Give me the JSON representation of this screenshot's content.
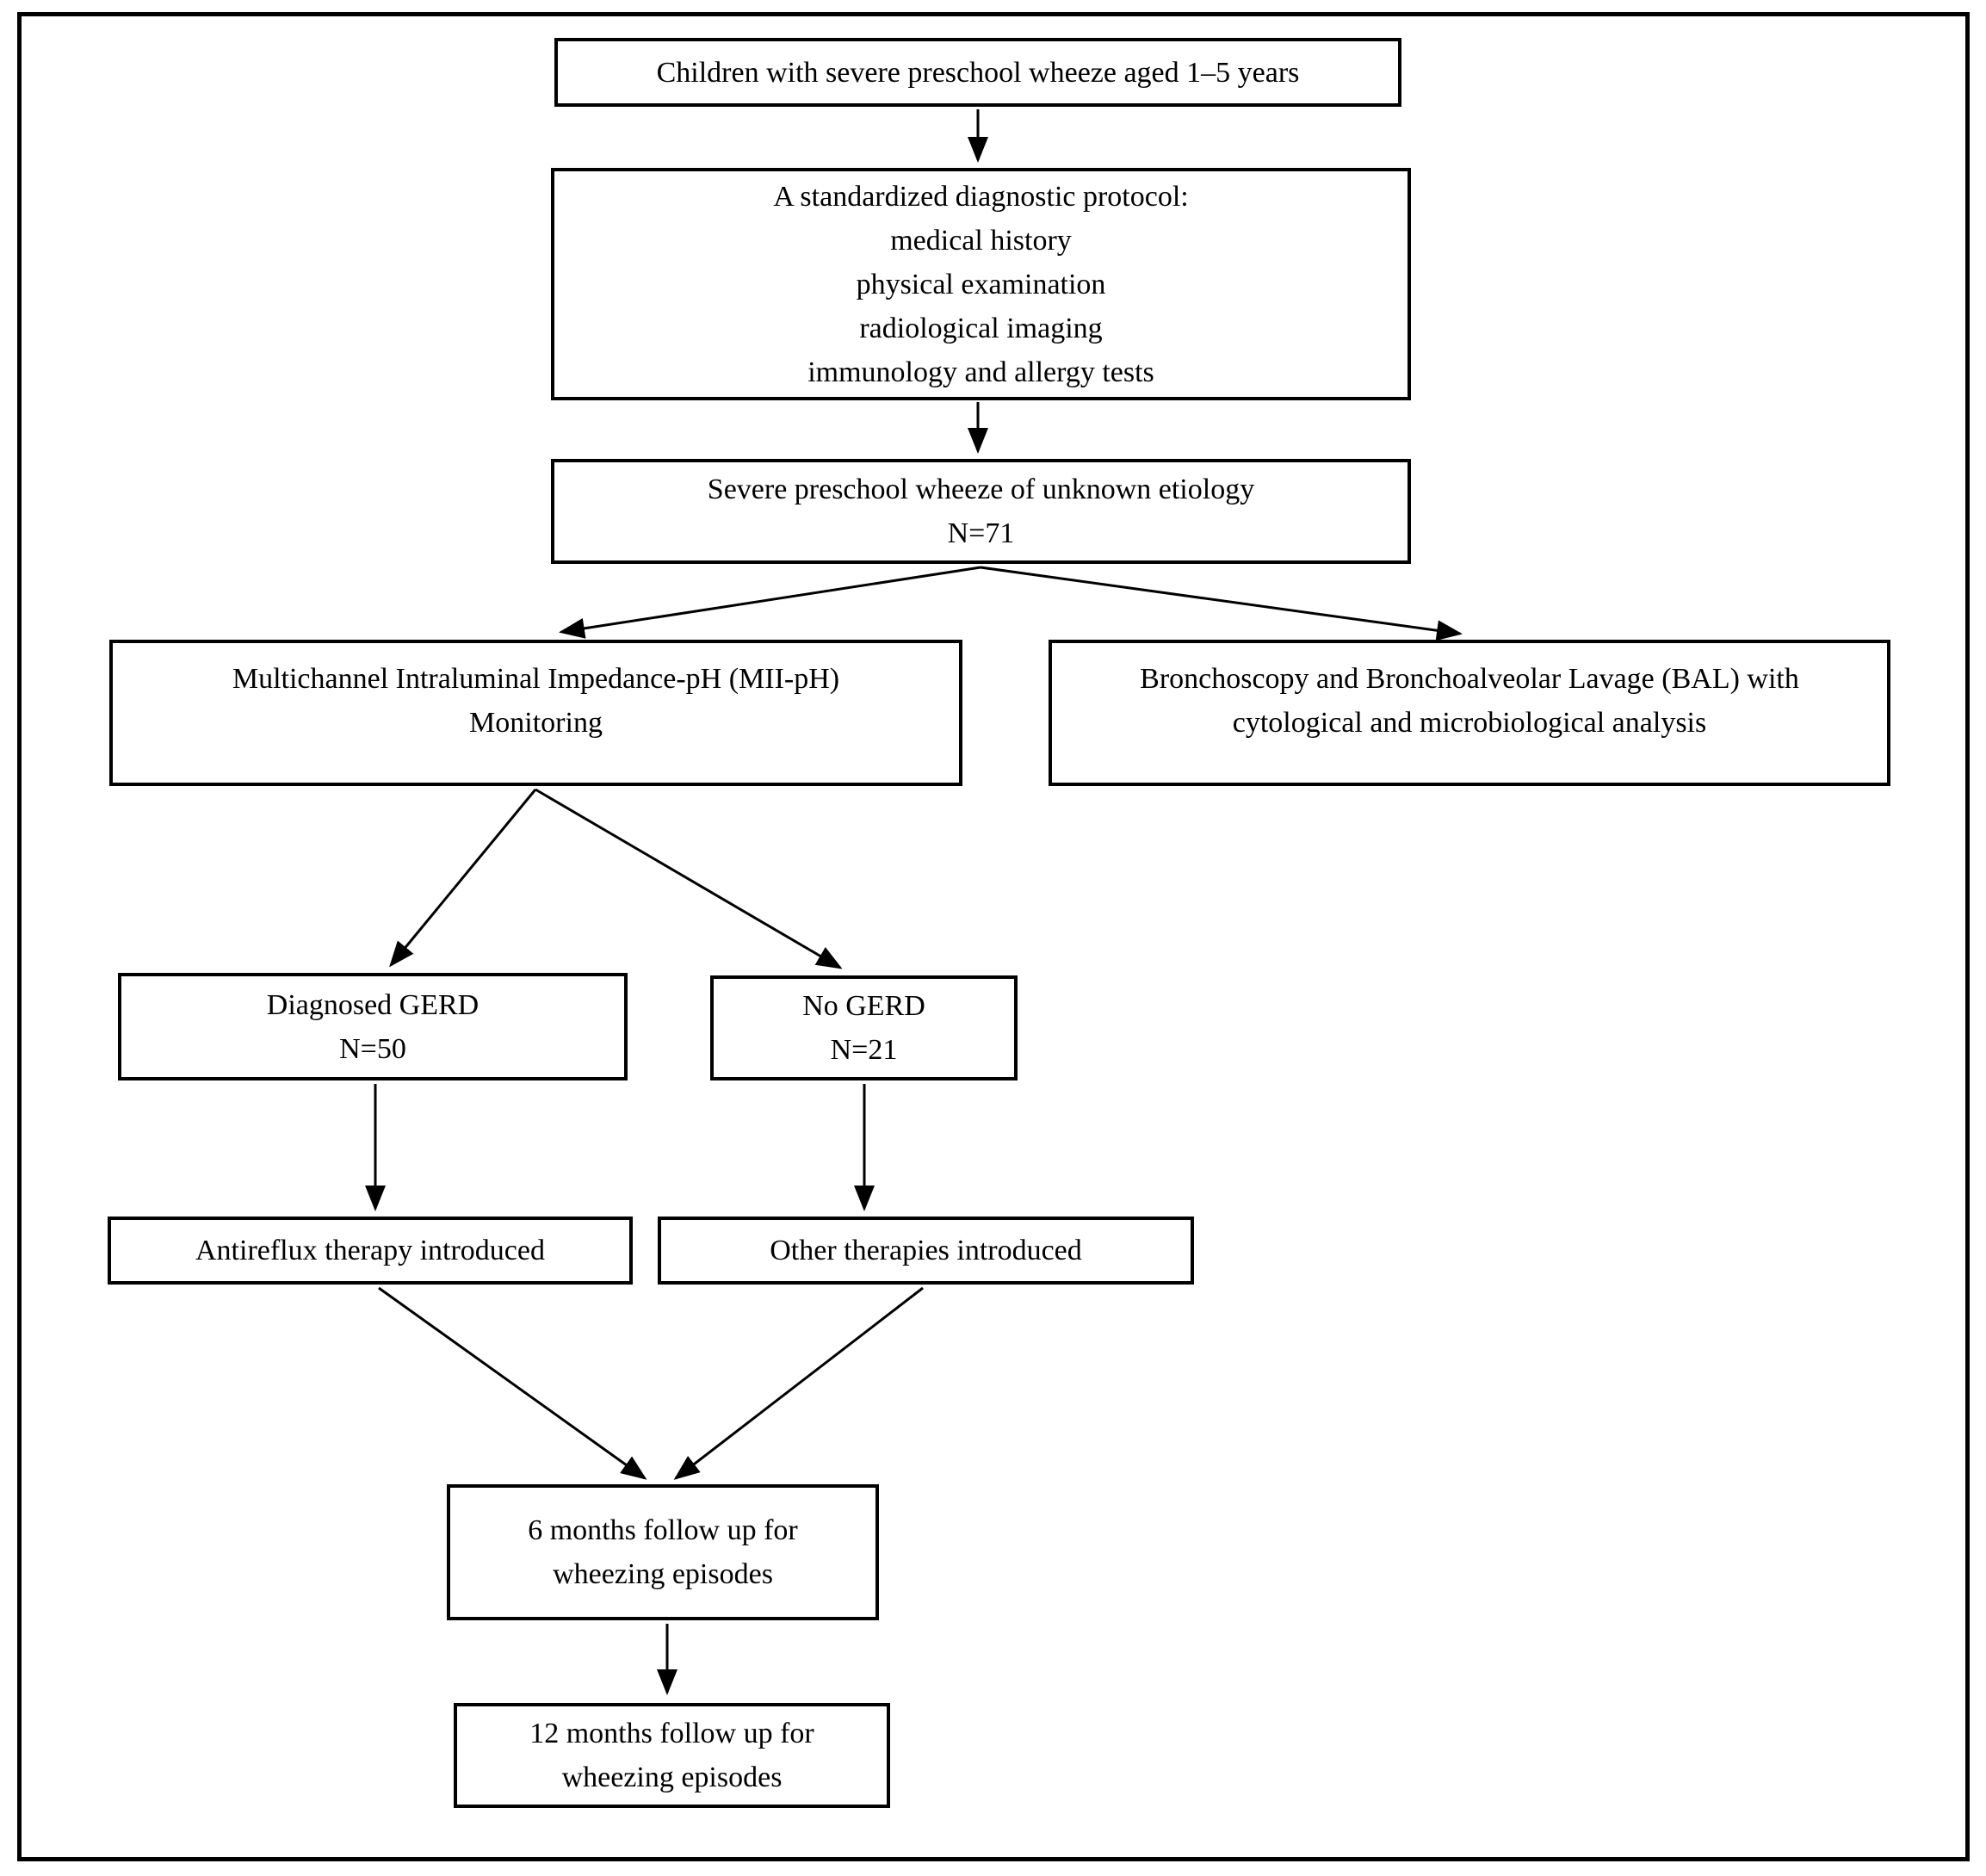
{
  "diagram": {
    "title": "Study flowchart: children with severe preschool wheeze",
    "colors": {
      "line": "#000000",
      "box_background": "#ffffff",
      "page_background": "#ffffff",
      "text": "#000000"
    },
    "nodes": {
      "population": {
        "lines": [
          "Children with severe preschool wheeze aged 1–5 years"
        ]
      },
      "protocol": {
        "lines": [
          "A standardized diagnostic protocol:",
          "medical history",
          "physical examination",
          "radiological imaging",
          "immunology and allergy tests"
        ]
      },
      "unknown_etiology": {
        "lines": [
          "Severe preschool wheeze of unknown etiology",
          "N=71"
        ]
      },
      "mii_ph": {
        "lines": [
          "Multichannel Intraluminal Impedance-pH (MII-pH)",
          "Monitoring"
        ]
      },
      "bronchoscopy": {
        "lines": [
          "Bronchoscopy and Bronchoalveolar Lavage (BAL) with",
          "cytological and microbiological analysis"
        ]
      },
      "gerd": {
        "lines": [
          "Diagnosed GERD",
          "N=50"
        ]
      },
      "no_gerd": {
        "lines": [
          "No GERD",
          "N=21"
        ]
      },
      "antireflux": {
        "lines": [
          "Antireflux therapy introduced"
        ]
      },
      "other_therapies": {
        "lines": [
          "Other therapies introduced"
        ]
      },
      "followup6": {
        "lines": [
          "6 months follow up for",
          "wheezing episodes"
        ]
      },
      "followup12": {
        "lines": [
          "12 months follow up for",
          "wheezing episodes"
        ]
      }
    },
    "edges": [
      {
        "from": "population",
        "to": "protocol"
      },
      {
        "from": "protocol",
        "to": "unknown_etiology"
      },
      {
        "from": "unknown_etiology",
        "to": "mii_ph"
      },
      {
        "from": "unknown_etiology",
        "to": "bronchoscopy"
      },
      {
        "from": "mii_ph",
        "to": "gerd"
      },
      {
        "from": "mii_ph",
        "to": "no_gerd"
      },
      {
        "from": "gerd",
        "to": "antireflux"
      },
      {
        "from": "no_gerd",
        "to": "other_therapies"
      },
      {
        "from": "antireflux",
        "to": "followup6"
      },
      {
        "from": "other_therapies",
        "to": "followup6"
      },
      {
        "from": "followup6",
        "to": "followup12"
      }
    ]
  }
}
